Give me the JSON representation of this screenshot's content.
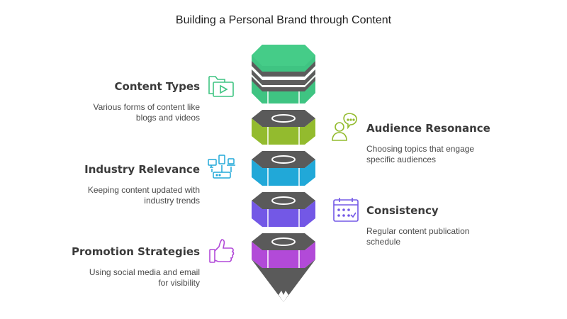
{
  "title": "Building a Personal Brand through Content",
  "items": [
    {
      "title": "Content Types",
      "description": "Various forms of content like\nblogs and videos",
      "icon": "video-folder-icon",
      "color": "#3fc482"
    },
    {
      "title": "Audience Resonance",
      "description": "Choosing topics that engage\nspecific audiences",
      "icon": "person-chat-icon",
      "color": "#93bb2e"
    },
    {
      "title": "Industry Relevance",
      "description": "Keeping content updated with\nindustry trends",
      "icon": "devices-network-icon",
      "color": "#21a8d8"
    },
    {
      "title": "Consistency",
      "description": "Regular content publication\nschedule",
      "icon": "calendar-icon",
      "color": "#7358e6"
    },
    {
      "title": "Promotion Strategies",
      "description": "Using social media and email\nfor visibility",
      "icon": "thumbs-up-icon",
      "color": "#b24ad8"
    }
  ]
}
